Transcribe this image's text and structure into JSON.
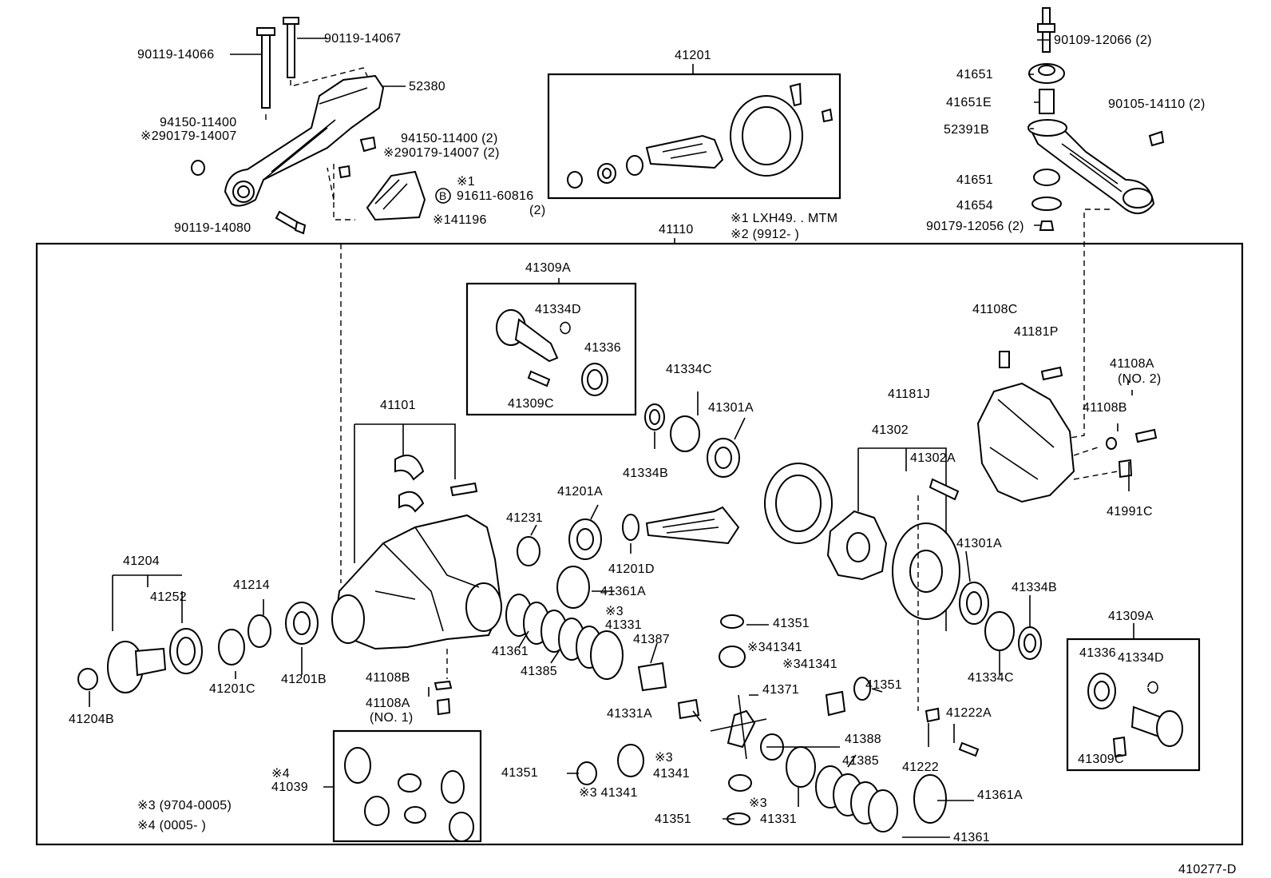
{
  "diagram_code": "410277-D",
  "notes": {
    "n1": "※1 LXH49. . MTM",
    "n2": "※2 (9912-        )",
    "n3": "※3  (9704-0005)",
    "n4": "※4  (0005-        )"
  },
  "labels": {
    "l_90119_14066": "90119-14066",
    "l_90119_14067": "90119-14067",
    "l_52380": "52380",
    "l_94150_11400a": "94150-11400",
    "l_290179_14007a": "※290179-14007",
    "l_94150_11400b": "94150-11400 (2)",
    "l_290179_14007b": "※290179-14007 (2)",
    "l_mark1": "※1",
    "l_91611": "91611-60816",
    "l_91611q": "(2)",
    "l_141196": "※141196",
    "l_90119_14080": "90119-14080",
    "l_41201_top": "41201",
    "l_41110": "41110",
    "l_90109": "90109-12066 (2)",
    "l_41651a": "41651",
    "l_41651e": "41651E",
    "l_52391b": "52391B",
    "l_90105": "90105-14110 (2)",
    "l_41651b": "41651",
    "l_41654": "41654",
    "l_90179": "90179-12056 (2)",
    "l_41309a_top": "41309A",
    "l_41334d_top": "41334D",
    "l_41336_top": "41336",
    "l_41309c_top": "41309C",
    "l_41334c_top": "41334C",
    "l_41301a_top": "41301A",
    "l_41334b_top": "41334B",
    "l_41101": "41101",
    "l_41302": "41302",
    "l_41302a": "41302A",
    "l_41108c": "41108C",
    "l_41181p": "41181P",
    "l_41181j": "41181J",
    "l_41108a_r": "41108A",
    "l_no2": "(NO. 2)",
    "l_41108b_r": "41108B",
    "l_41991c": "41991C",
    "l_41201a": "41201A",
    "l_41231": "41231",
    "l_41201d": "41201D",
    "l_41361a_m": "41361A",
    "l_41204": "41204",
    "l_41252": "41252",
    "l_41214": "41214",
    "l_41201c": "41201C",
    "l_41201b": "41201B",
    "l_41204b": "41204B",
    "l_41108b_m": "41108B",
    "l_41108a_m": "41108A",
    "l_no1": "(NO. 1)",
    "l_mark3a": "※3",
    "l_41331a": "41331",
    "l_41361_m": "41361",
    "l_41385_m": "41385",
    "l_41387": "41387",
    "l_41351a": "41351",
    "l_341341a": "※341341",
    "l_341341b": "※341341",
    "l_41351b": "41351",
    "l_41301a_r": "41301A",
    "l_41334b_r": "41334B",
    "l_41334c_r": "41334C",
    "l_41309a_r": "41309A",
    "l_41336_r": "41336",
    "l_41334d_r": "41334D",
    "l_41309c_r": "41309C",
    "l_41331a_lbl": "41331A",
    "l_41371": "41371",
    "l_41388": "41388",
    "l_41222a": "41222A",
    "l_41222": "41222",
    "l_mark4": "※4",
    "l_41039": "41039",
    "l_41351c": "41351",
    "l_341341c": "※3 41341",
    "l_mark3b": "※3",
    "l_41341b": "41341",
    "l_41351d": "41351",
    "l_mark3c": "※3",
    "l_41331b": "41331",
    "l_41385_b": "41385",
    "l_41361a_b": "41361A",
    "l_41361_b": "41361"
  }
}
